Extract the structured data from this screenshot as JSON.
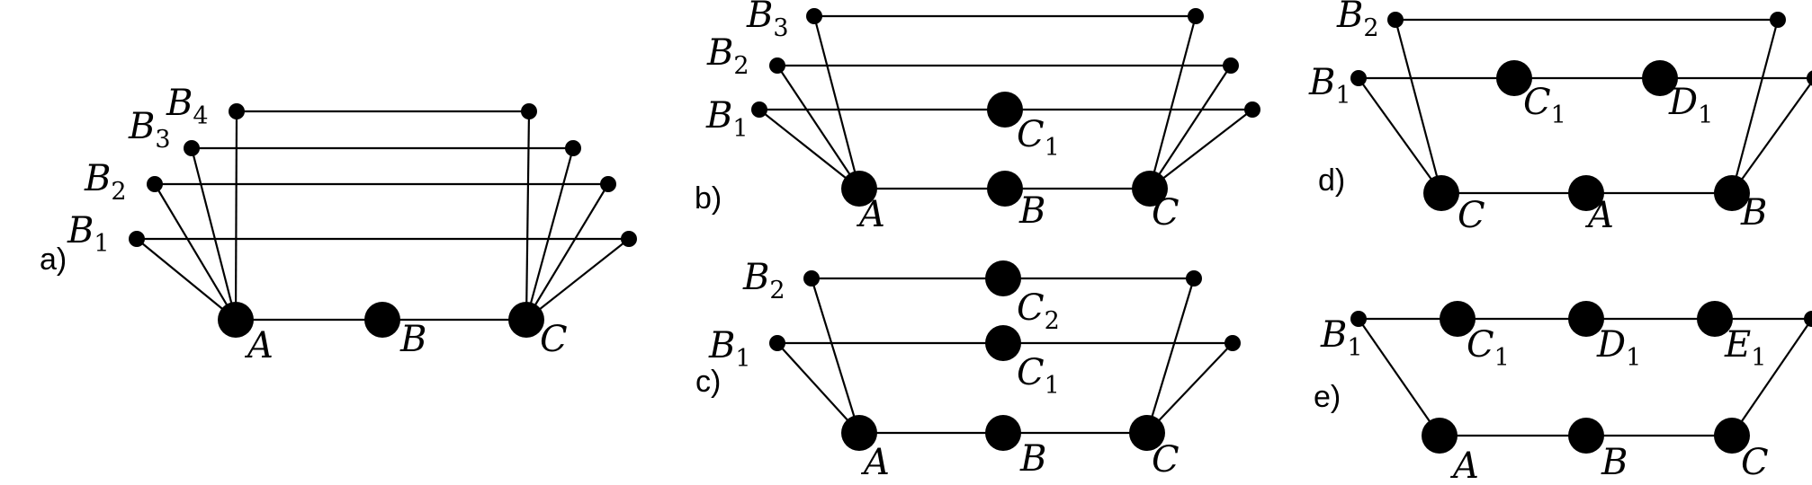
{
  "panels": [
    {
      "id": "a",
      "label": "a)",
      "nodes": [
        {
          "id": "A",
          "text": "A",
          "big": true
        },
        {
          "id": "B",
          "text": "B",
          "big": true
        },
        {
          "id": "C",
          "text": "C",
          "big": true
        },
        {
          "id": "B1",
          "base": "B",
          "sub": "1"
        },
        {
          "id": "B2",
          "base": "B",
          "sub": "2"
        },
        {
          "id": "B3",
          "base": "B",
          "sub": "3"
        },
        {
          "id": "B4",
          "base": "B",
          "sub": "4"
        },
        {
          "id": "R1"
        },
        {
          "id": "R2"
        },
        {
          "id": "R3"
        },
        {
          "id": "R4"
        }
      ]
    },
    {
      "id": "b",
      "label": "b)",
      "nodes": [
        {
          "id": "A",
          "text": "A",
          "big": true
        },
        {
          "id": "B",
          "text": "B",
          "big": true
        },
        {
          "id": "C",
          "text": "C",
          "big": true
        },
        {
          "id": "C1",
          "base": "C",
          "sub": "1",
          "big": true
        },
        {
          "id": "B1",
          "base": "B",
          "sub": "1"
        },
        {
          "id": "B2",
          "base": "B",
          "sub": "2"
        },
        {
          "id": "B3",
          "base": "B",
          "sub": "3"
        },
        {
          "id": "R1"
        },
        {
          "id": "R2"
        },
        {
          "id": "R3"
        }
      ]
    },
    {
      "id": "c",
      "label": "c)",
      "nodes": [
        {
          "id": "A",
          "text": "A",
          "big": true
        },
        {
          "id": "B",
          "text": "B",
          "big": true
        },
        {
          "id": "C",
          "text": "C",
          "big": true
        },
        {
          "id": "C1",
          "base": "C",
          "sub": "1",
          "big": true
        },
        {
          "id": "C2",
          "base": "C",
          "sub": "2",
          "big": true
        },
        {
          "id": "B1",
          "base": "B",
          "sub": "1"
        },
        {
          "id": "B2",
          "base": "B",
          "sub": "2"
        },
        {
          "id": "R1"
        },
        {
          "id": "R2"
        }
      ]
    },
    {
      "id": "d",
      "label": "d)",
      "nodes": [
        {
          "id": "C",
          "text": "C",
          "big": true
        },
        {
          "id": "A",
          "text": "A",
          "big": true
        },
        {
          "id": "B",
          "text": "B",
          "big": true
        },
        {
          "id": "C1",
          "base": "C",
          "sub": "1",
          "big": true
        },
        {
          "id": "D1",
          "base": "D",
          "sub": "1",
          "big": true
        },
        {
          "id": "B1",
          "base": "B",
          "sub": "1"
        },
        {
          "id": "B2",
          "base": "B",
          "sub": "2"
        },
        {
          "id": "R1"
        },
        {
          "id": "R2"
        }
      ]
    },
    {
      "id": "e",
      "label": "e)",
      "nodes": [
        {
          "id": "A",
          "text": "A",
          "big": true
        },
        {
          "id": "B",
          "text": "B",
          "big": true
        },
        {
          "id": "C",
          "text": "C",
          "big": true
        },
        {
          "id": "C1",
          "base": "C",
          "sub": "1",
          "big": true
        },
        {
          "id": "D1",
          "base": "D",
          "sub": "1",
          "big": true
        },
        {
          "id": "E1",
          "base": "E",
          "sub": "1",
          "big": true
        },
        {
          "id": "B1",
          "base": "B",
          "sub": "1"
        },
        {
          "id": "R1"
        }
      ]
    }
  ],
  "colors": {
    "ink": "#000000",
    "background": "#ffffff"
  }
}
